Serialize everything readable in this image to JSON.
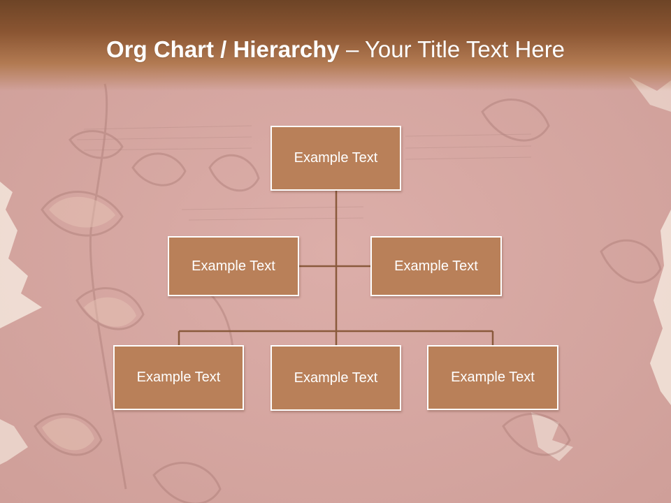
{
  "slide": {
    "title_bold": "Org Chart / Hierarchy",
    "title_dash": " – ",
    "title_rest": "Your Title Text Here"
  },
  "colors": {
    "header": "#8a5532",
    "background": "#d7a8a3",
    "node_fill": "#b98059",
    "node_border": "#ffffff",
    "connector": "#8a5a3c"
  },
  "org_chart": {
    "root": "Example Text",
    "assistant_left": "Example Text",
    "assistant_right": "Example Text",
    "children": [
      "Example Text",
      "Example Text",
      "Example Text"
    ]
  }
}
